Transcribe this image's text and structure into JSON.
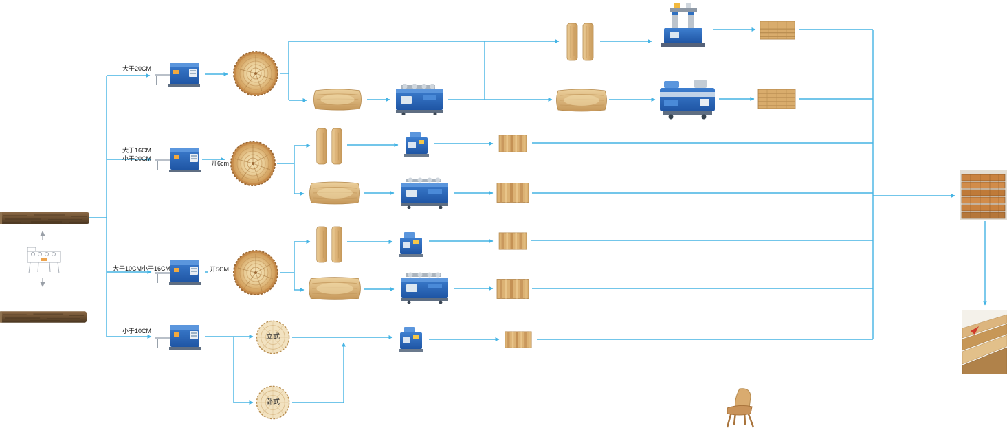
{
  "diagram": {
    "name": "wood-processing-flowchart",
    "theme": {
      "background": "#ffffff",
      "connector_color": "#45b4e4",
      "machine_blue": "#2e6fc0",
      "wood_tan": "#dcae6e",
      "text_color": "#1a1a1a"
    },
    "labels": {
      "branch_gt20": "大于20CM",
      "branch_16_20_line1": "大于16CM",
      "branch_16_20_line2": "小于20CM",
      "cut_6cm": "开6cm",
      "branch_10_16": "大于10CM小于16CM",
      "cut_5cm": "开5CM",
      "branch_lt10": "小于10CM",
      "mode_vertical": "立式",
      "mode_horizontal": "卧式"
    },
    "icons": {
      "source": [
        "raw-log",
        "log-infeed-machine-sketch"
      ],
      "machines": [
        "multi-blade-saw",
        "small-resaw",
        "horizontal-resaw",
        "double-column-saw",
        "four-side-moulder"
      ],
      "materials": [
        "log-cross-section",
        "split-vertical-boards",
        "flat-slab",
        "sawn-board",
        "lumber-stack"
      ],
      "products": [
        "stacked-lumber-photo",
        "finished-boards-photo",
        "wood-chair-photo"
      ]
    }
  }
}
